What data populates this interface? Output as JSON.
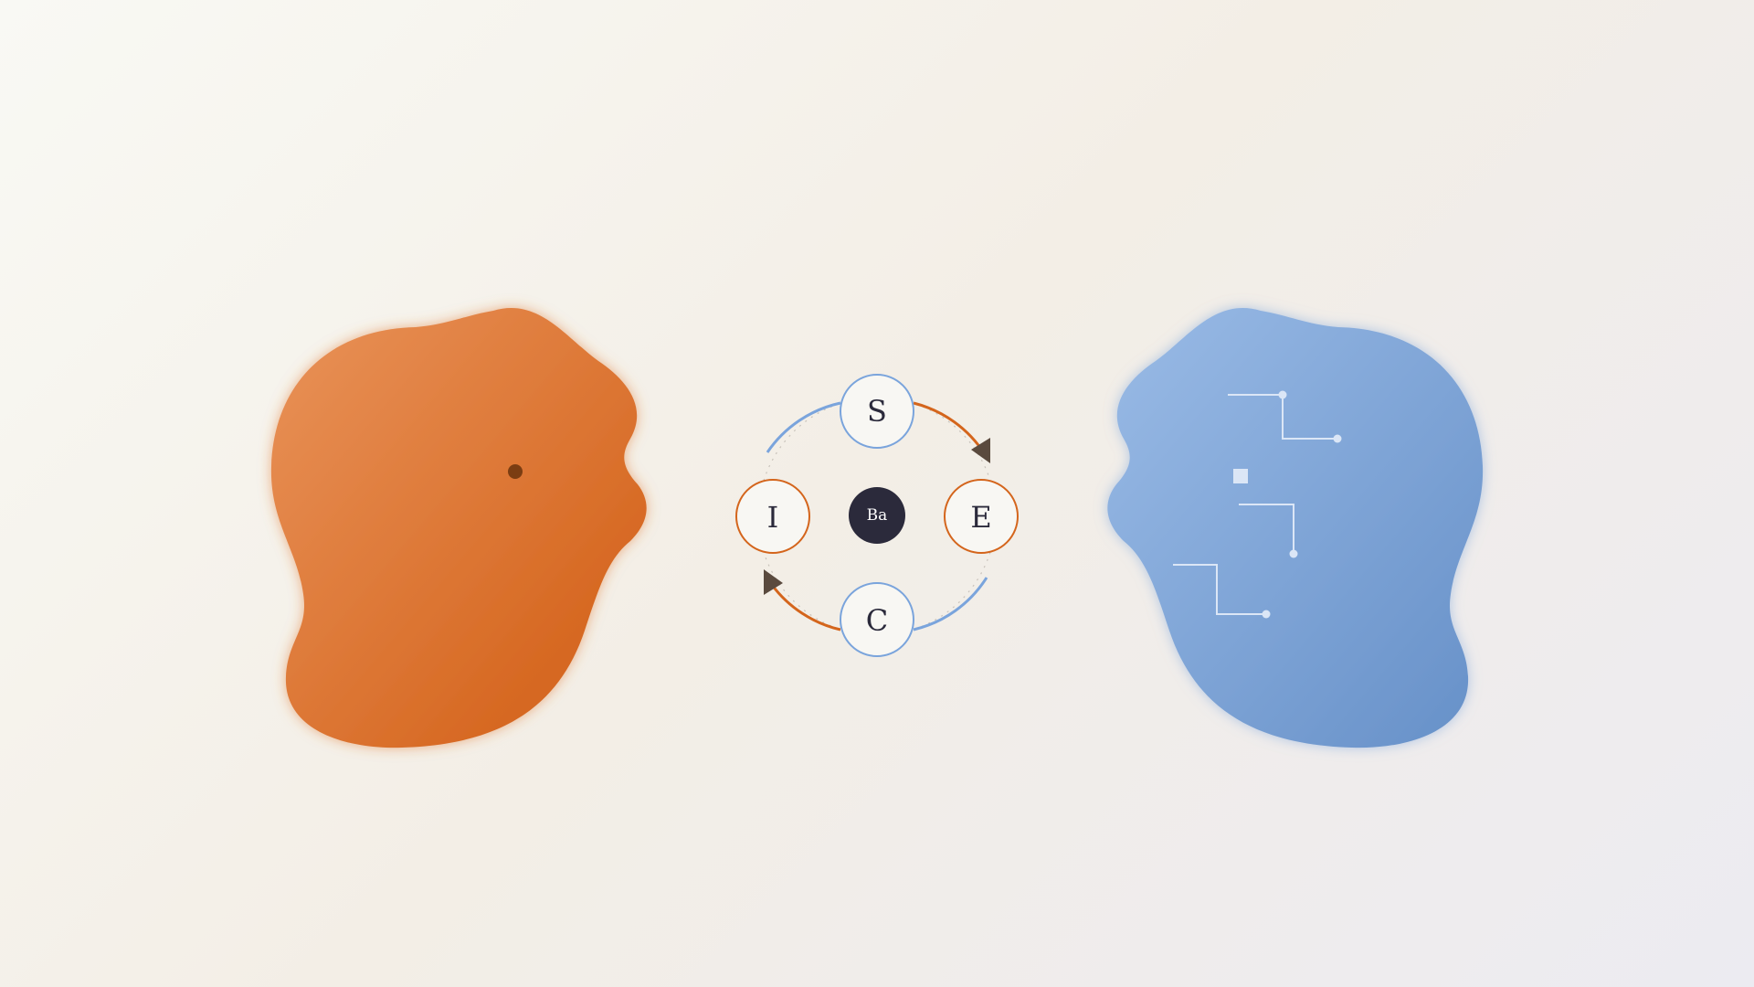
{
  "colors": {
    "orange": "#d4651c",
    "blue": "#7aa4dc",
    "hub": "#2b2a3b",
    "node_fill": "#f8f7f3",
    "arrow": "#5a4a3e"
  },
  "left_head": {
    "icon": "orange-head-profile",
    "color": "#d4651c"
  },
  "right_head": {
    "icon": "blue-circuit-head-profile",
    "color": "#7aa4dc"
  },
  "cycle": {
    "hub_label": "Ba",
    "nodes": [
      {
        "label": "S",
        "ring_color": "#7aa4dc"
      },
      {
        "label": "E",
        "ring_color": "#d4651c"
      },
      {
        "label": "C",
        "ring_color": "#7aa4dc"
      },
      {
        "label": "I",
        "ring_color": "#d4651c"
      }
    ]
  }
}
